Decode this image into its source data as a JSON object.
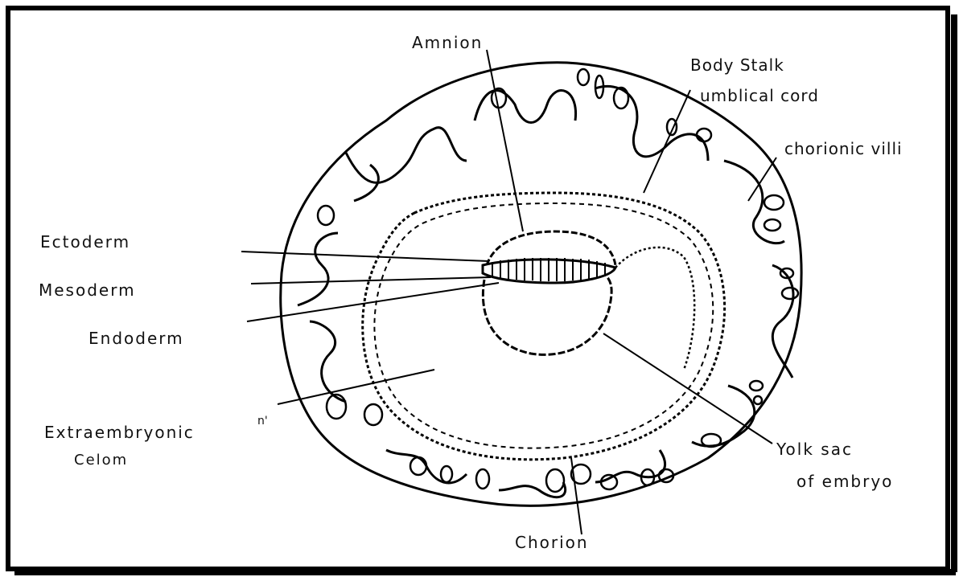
{
  "labels": {
    "amnion": "Amnion",
    "body_stalk_1": "Body Stalk",
    "body_stalk_2": "umblical cord",
    "chorionic_villi": "chorionic villi",
    "ectoderm": "Ectoderm",
    "mesoderm": "Mesoderm",
    "endoderm": "Endoderm",
    "extraembryonic_1": "Extraembryonic",
    "extraembryonic_2": "Celom",
    "yolk_sac_1": "Yolk sac",
    "yolk_sac_2": "of embryo",
    "chorion": "Chorion",
    "stray_mark": "n'"
  }
}
